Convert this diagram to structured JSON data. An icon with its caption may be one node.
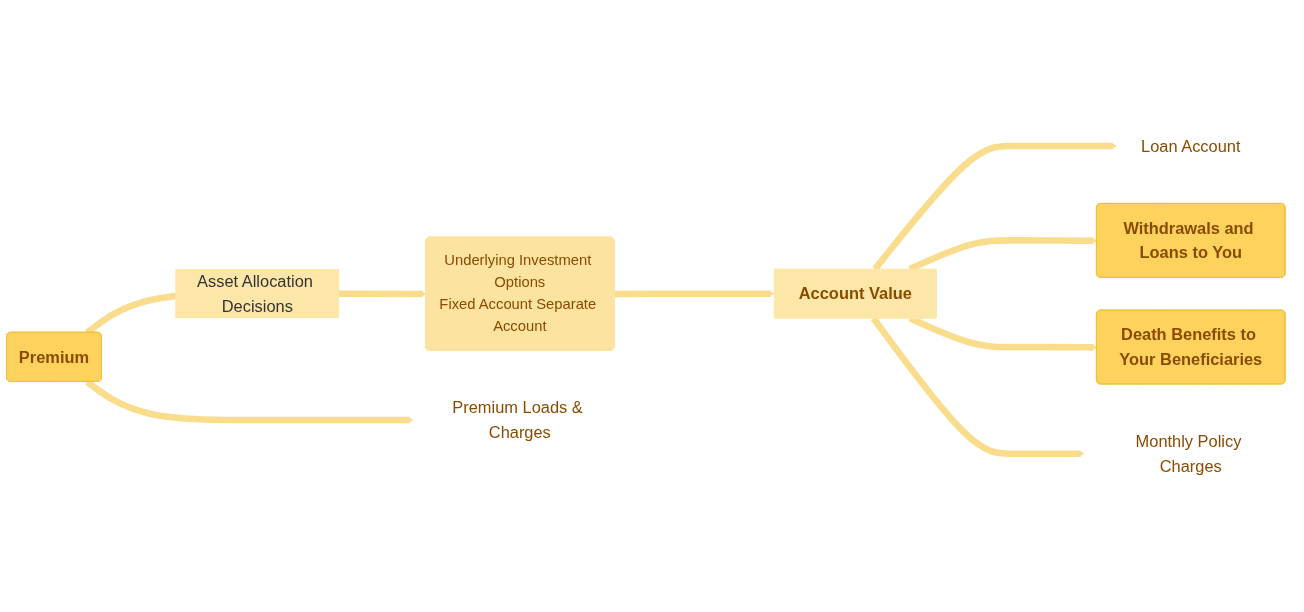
{
  "diagram": {
    "nodes": [
      {
        "text": [
          "Premium"
        ]
      },
      {
        "text": [
          "Underlying Investment Options",
          "Fixed Account Separate Account"
        ]
      },
      {
        "text": [
          "Account Value"
        ]
      },
      {
        "text": [
          "Loan Account"
        ]
      },
      {
        "text": [
          "Withdrawals and Loans to You"
        ]
      },
      {
        "text": [
          "Death Benefits to Your Beneficiaries"
        ]
      },
      {
        "text": [
          "Monthly Policy Charges"
        ]
      },
      {
        "text": [
          "Premium Loads & Charges"
        ]
      }
    ],
    "edges": [
      {
        "from": 0,
        "to": 1,
        "arrow": "to",
        "label": "Asset Allocation Decisions"
      },
      {
        "from": 1,
        "to": 2,
        "arrow": "to"
      },
      {
        "from": 0,
        "to": 7,
        "arrow": "to"
      },
      {
        "from": 2,
        "to": 3,
        "arrow": "to"
      },
      {
        "from": 2,
        "to": 4,
        "arrow": "to"
      },
      {
        "from": 2,
        "to": 5,
        "arrow": "to"
      },
      {
        "from": 2,
        "to": 6,
        "arrow": "to"
      }
    ]
  }
}
